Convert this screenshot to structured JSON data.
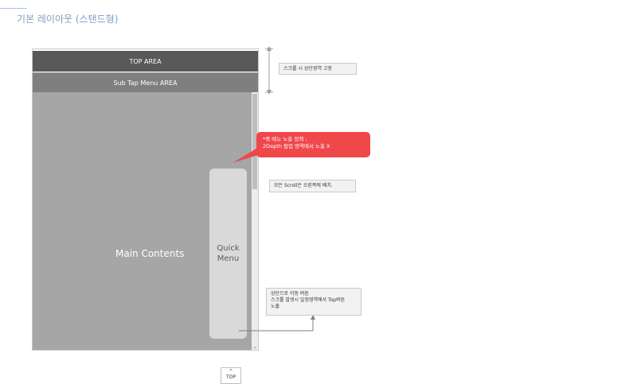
{
  "page": {
    "title": "기본 레이아웃 (스탠드형)"
  },
  "layout": {
    "top_area": "TOP AREA",
    "sub_tab_area": "Sub Tap Menu AREA",
    "main_contents": "Main Contents",
    "quick_menu": [
      "Quick",
      "Menu"
    ],
    "top_button": {
      "caret": "^",
      "label": "TOP"
    }
  },
  "annotations": {
    "fixed_top": "스크롤 시 상단영역 고정",
    "quick_menu_policy": [
      "*퀵 메뉴 노출 정책 :",
      "2Depth 팝업 영역에서 노출 X"
    ],
    "scroll_position": "모든 Scroll은 오른쪽에 배치.",
    "top_button_note": [
      "상단으로 이동 버튼",
      "스크롤 발생시 일정영역에서 Top버튼",
      "노출"
    ]
  },
  "colors": {
    "top_area": "#595959",
    "sub_tab": "#7f7f7f",
    "main": "#a6a6a6",
    "quick_menu": "#d9d9d9",
    "callout": "#f0474b",
    "title": "#7f9fc4"
  }
}
